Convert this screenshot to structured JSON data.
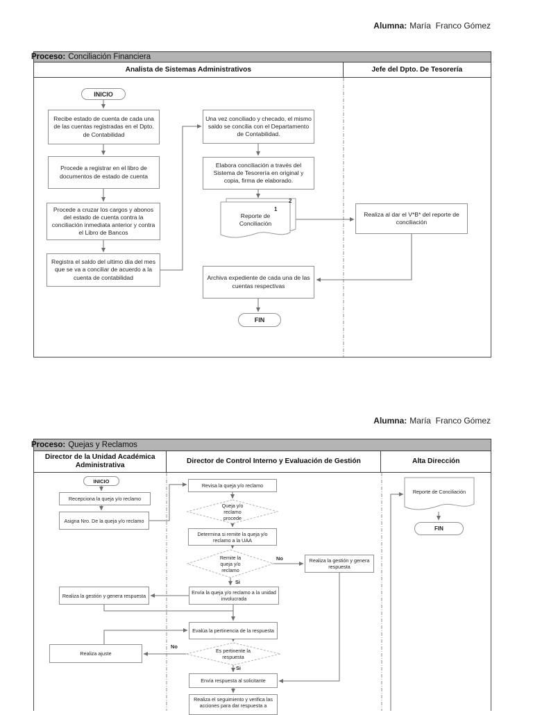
{
  "header": {
    "label": "Alumna:",
    "name": "María  Franco Gómez"
  },
  "diagram1": {
    "process_label": "Proceso:",
    "process_name": "Conciliación Financiera",
    "columns": {
      "col1": "Analista de Sistemas Administrativos",
      "col2": "Jefe del Dpto. De Tesorería"
    },
    "nodes": {
      "inicio": "INICIO",
      "recibe": "Recibe estado de cuenta de cada una de las cuentas registradas en el Dpto. de Contabilidad",
      "registrar": "Procede a registrar en el libro de documentos de estado de cuenta",
      "cruzar": "Procede a cruzar los cargos y abonos del estado de cuenta contra la conciliación inmediata anterior y contra el Libro de Bancos",
      "saldo": "Registra el saldo del ultimo día del mes que se va a conciliar de acuerdo a la cuenta de contabilidad",
      "conciliado": "Una vez conciliado y checado, el mismo saldo se concilia con el Departamento de Contabilidad.",
      "elabora": "Elabora conciliación a través del Sistema de Tesorería en original y copia, firma de elaborado.",
      "reporte": "Reporte de Conciliación",
      "copia1": "1",
      "copia2": "2",
      "vobo": "Realiza al dar el V*B* del reporte de conciliación",
      "archiva": "Archiva expediente de cada una de las cuentas respectivas",
      "fin": "FIN"
    }
  },
  "diagram2": {
    "process_label": "Proceso:",
    "process_name": "Quejas y Reclamos",
    "columns": {
      "col1": "Director de la Unidad Académica Administrativa",
      "col2": "Director de Control Interno y Evaluación de Gestión",
      "col3": "Alta Dirección"
    },
    "nodes": {
      "inicio": "INICIO",
      "recepciona": "Recepciona la queja y/o reclamo",
      "asigna": "Asigna Nro. De la queja y/o reclamo",
      "revisa": "Revisa la queja y/o reclamo",
      "procede": "Queja y/o reclamo procede",
      "determina": "Determina si remite la queja y/o reclamo a la UAA",
      "remite": "Remite la queja y/o reclamo",
      "gestion_derecha": "Realiza la gestión y genera respuesta",
      "envia_unidad": "Envía la queja y/o reclamo a la unidad involucrada",
      "gestion_izquierda": "Realiza la gestión y genera respuesta",
      "evalua": "Evalúa la pertinencia de la respuesta",
      "pertinente": "Es pertinente la respuesta",
      "ajuste": "Realiza ajuste",
      "envia_respuesta": "Envía respuesta al solicitante",
      "seguimiento": "Realiza el seguimiento y verifica las acciones para dar respuesta a",
      "reporte": "Reporte de Conciliación",
      "fin": "FIN",
      "si": "Si",
      "no": "No"
    }
  }
}
